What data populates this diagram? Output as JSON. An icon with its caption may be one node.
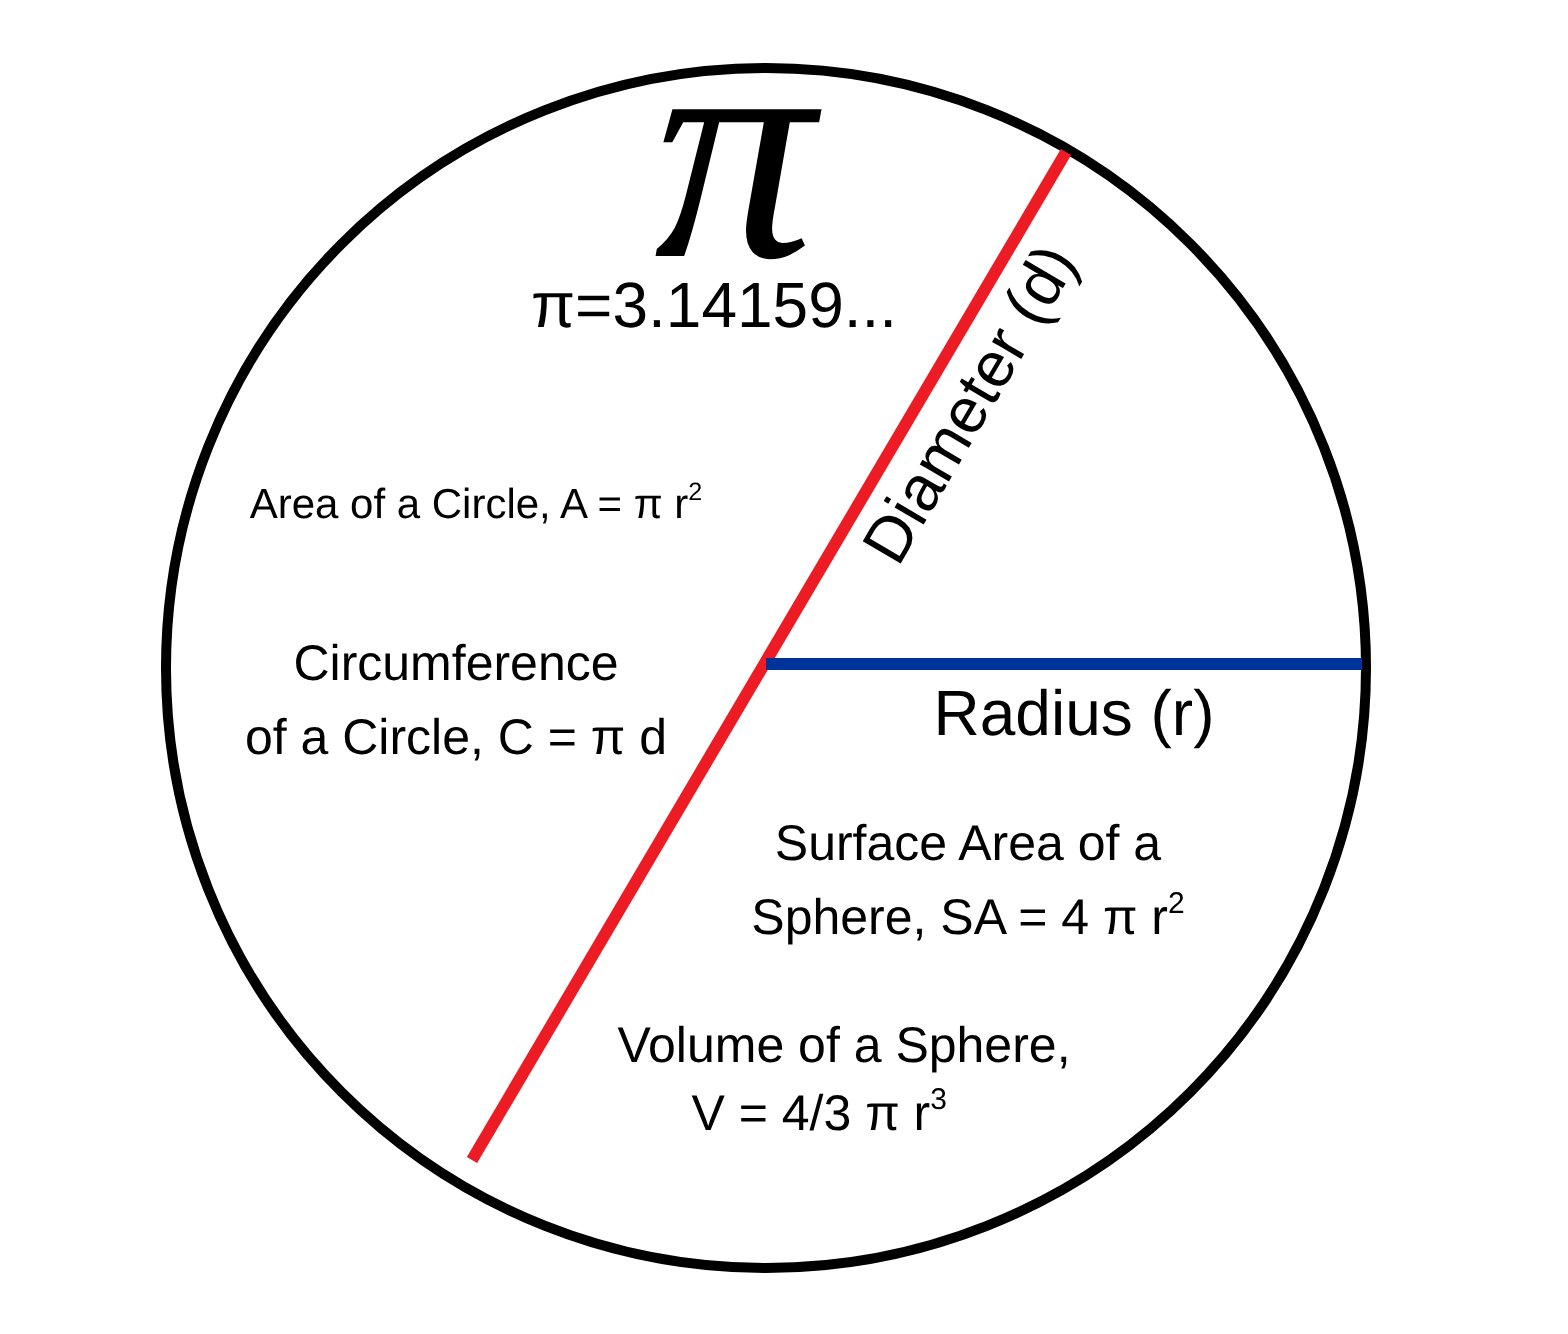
{
  "diagram": {
    "title": "π",
    "labels": [
      "π=3.14159...",
      "Diameter (d)",
      "Area of a Circle, A = π r$^{2}$",
      "Circumference of a Circle, C = π d",
      "Radius (r)",
      "Surface Area of a Sphere, SA = 4 π r$^{2}$",
      "Volume of a Sphere, V = 4/3 π r$^{3}$"
    ]
  }
}
